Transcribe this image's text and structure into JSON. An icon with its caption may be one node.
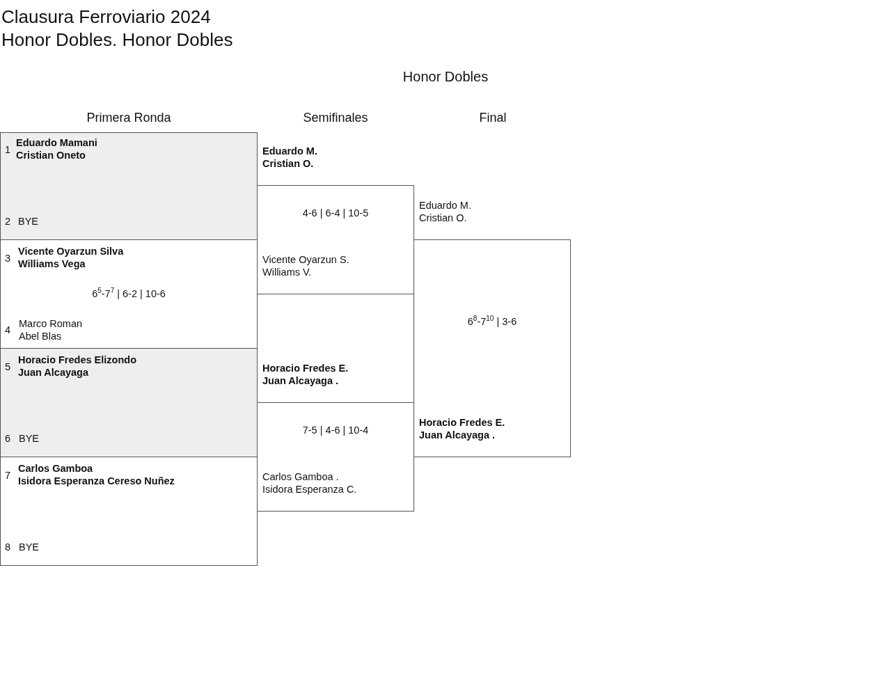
{
  "diagram": {
    "title": "Clausura Ferroviario 2024",
    "nodes": [
      {
        "text": [
          "1",
          "Eduardo Mamani Cristian Oneto",
          "2",
          "BYE"
        ]
      },
      {
        "text": [
          "3",
          "Vicente Oyarzun Silva Williams Vega",
          "6$^{5}$-7$^{7}$ | 6-2 | 10-6",
          "4",
          "Marco Roman Abel Blas"
        ]
      },
      {
        "text": [
          "5",
          "Horacio Fredes Elizondo Juan Alcayaga",
          "6",
          "BYE"
        ]
      },
      {
        "text": [
          "7",
          "Carlos Gamboa Isidora Esperanza Cereso Nuñez",
          "8",
          "BYE"
        ]
      },
      {
        "text": [
          "Eduardo M. Cristian O.",
          "4-6 | 6-4 | 10-5",
          "Vicente Oyarzun S. Williams V."
        ]
      },
      {
        "text": [
          "Horacio Fredes E. Juan Alcayaga .",
          "7-5 | 4-6 | 10-4",
          "Carlos Gamboa . Isidora Esperanza C."
        ]
      },
      {
        "text": [
          "Eduardo M. Cristian O.",
          "6$^{8}$-7$^{10}$ | 3-6",
          "Horacio Fredes E. Juan Alcayaga ."
        ]
      }
    ],
    "labels": [
      "Honor Dobles. Honor Dobles",
      "Honor Dobles",
      "Primera Ronda",
      "Semifinales",
      "Final"
    ]
  }
}
